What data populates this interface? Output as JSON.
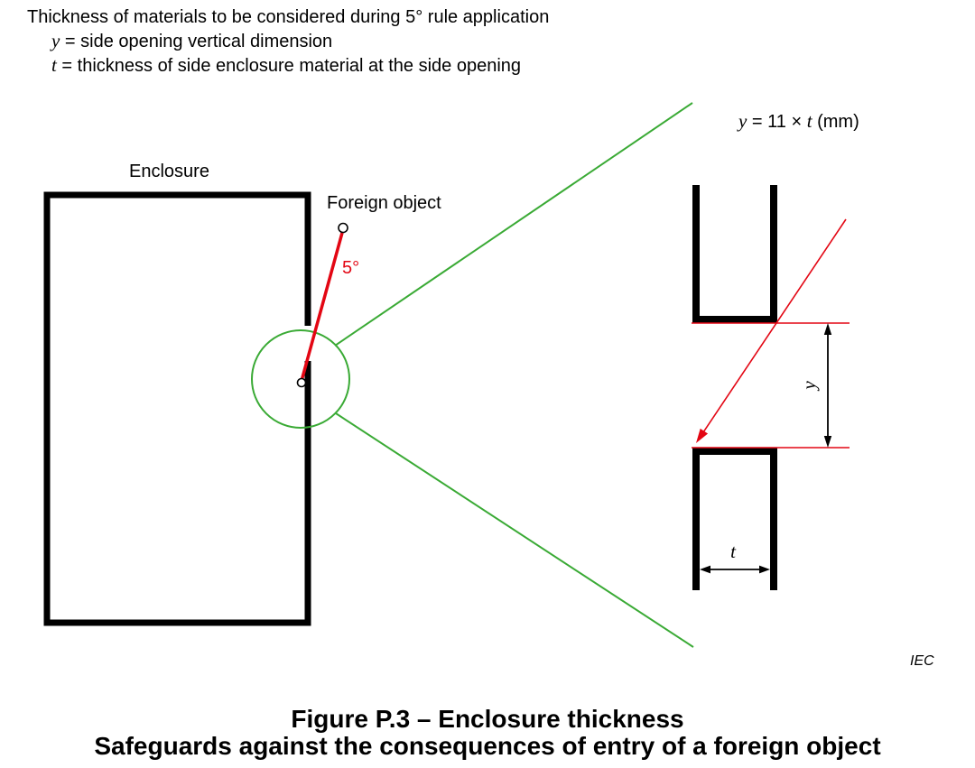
{
  "colors": {
    "line_black": "#000000",
    "accent_red": "#e30613",
    "accent_green": "#3aaa35",
    "background": "#ffffff"
  },
  "header": {
    "title": "Thickness of materials to be considered during 5° rule application",
    "legend_y_var": "y",
    "legend_y_text": " = side opening vertical dimension",
    "legend_t_var": "t",
    "legend_t_text": " = thickness of side enclosure material at the side opening"
  },
  "diagram": {
    "enclosure_label": "Enclosure",
    "foreign_object_label": "Foreign object",
    "angle_label": "5°",
    "formula_y": "y",
    "formula_mid": " = 11 × ",
    "formula_t": "t",
    "formula_unit": " (mm)",
    "y_dimension_label": "y",
    "t_dimension_label": "t",
    "iec_label": "IEC"
  },
  "caption": {
    "line1": "Figure P.3 – Enclosure thickness",
    "line2": "Safeguards against the consequences of entry of a foreign object"
  }
}
